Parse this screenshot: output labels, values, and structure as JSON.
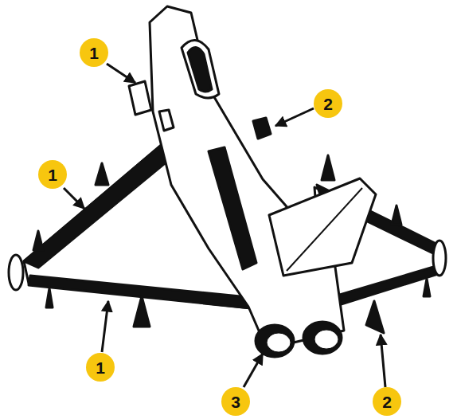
{
  "diagram": {
    "labels": [
      "1",
      "2",
      "1",
      "1",
      "3",
      "2"
    ]
  }
}
